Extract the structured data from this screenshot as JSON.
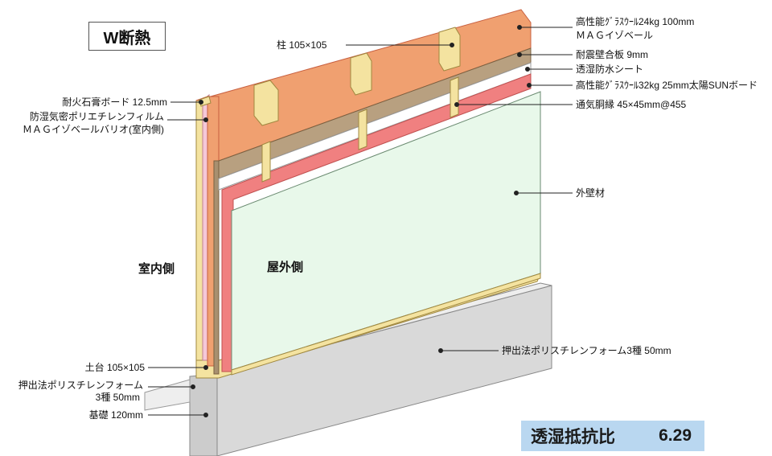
{
  "title": "W断熱",
  "labels": {
    "hashira": "柱 105×105",
    "gw24_line1": "高性能ｸﾞﾗｽｳｰﾙ24kg 100mm",
    "gw24_line2": "ＭＡＧイゾベール",
    "taishin": "耐震壁合板 9mm",
    "tosshitsu_sheet": "透湿防水シート",
    "gw32": "高性能ｸﾞﾗｽｳｰﾙ32kg 25mm太陽SUNボード",
    "tsuki_dobuchi": "通気胴縁 45×45mm@455",
    "taika_board": "耐火石膏ボード 12.5mm",
    "boshitsu_line1": "防湿気密ポリエチレンフィルム",
    "boshitsu_line2": "ＭＡＧイゾベールバリオ(室内側)",
    "gaiheki": "外壁材",
    "dodai": "土台 105×105",
    "xps_under_line1": "押出法ポリスチレンフォーム",
    "xps_under_line2": "3種 50mm",
    "kiso": "基礎 120mm",
    "xps_3shu": "押出法ポリスチレンフォーム3種 50mm"
  },
  "sides": {
    "indoor": "室内側",
    "outdoor": "屋外側"
  },
  "ratio": {
    "label": "透湿抵抗比",
    "value": "6.29"
  },
  "colors": {
    "brick": "#f0a070",
    "brick_edge": "#c86040",
    "timber": "#f4e3a0",
    "plywood": "#b8a080",
    "pink": "#f08080",
    "siding": "#e8f8ea",
    "foundation": "#d8d8d8",
    "ratio_bg": "#b9d7f0"
  }
}
